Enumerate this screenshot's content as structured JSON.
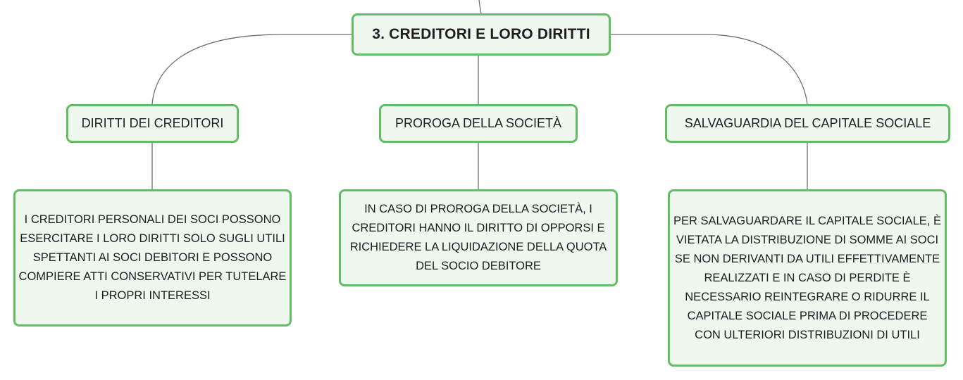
{
  "root": {
    "label": "3. CREDITORI E LORO DIRITTI"
  },
  "branches": [
    {
      "label": "DIRITTI DEI CREDITORI",
      "detail": "I CREDITORI PERSONALI DEI SOCI POSSONO ESERCITARE I LORO DIRITTI SOLO SUGLI UTILI SPETTANTI AI SOCI DEBITORI E POSSONO COMPIERE ATTI CONSERVATIVI PER TUTELARE I PROPRI INTERESSI"
    },
    {
      "label": "PROROGA DELLA SOCIETÀ",
      "detail": "IN CASO DI PROROGA DELLA SOCIETÀ, I CREDITORI HANNO IL DIRITTO DI OPPORSI E RICHIEDERE LA LIQUIDAZIONE DELLA QUOTA DEL SOCIO DEBITORE"
    },
    {
      "label": "SALVAGUARDIA DEL CAPITALE SOCIALE",
      "detail": "PER SALVAGUARDARE IL CAPITALE SOCIALE, È VIETATA LA DISTRIBUZIONE DI SOMME AI SOCI SE NON DERIVANTI DA UTILI EFFETTIVAMENTE REALIZZATI E IN CASO DI PERDITE È NECESSARIO REINTEGRARE O RIDURRE IL CAPITALE SOCIALE PRIMA DI PROCEDERE CON ULTERIORI DISTRIBUZIONI DI UTILI"
    }
  ],
  "colors": {
    "node_fill": "#eef8ef",
    "node_border": "#62bd63",
    "connector": "#6f6f6f",
    "text": "#1e1e1e"
  }
}
